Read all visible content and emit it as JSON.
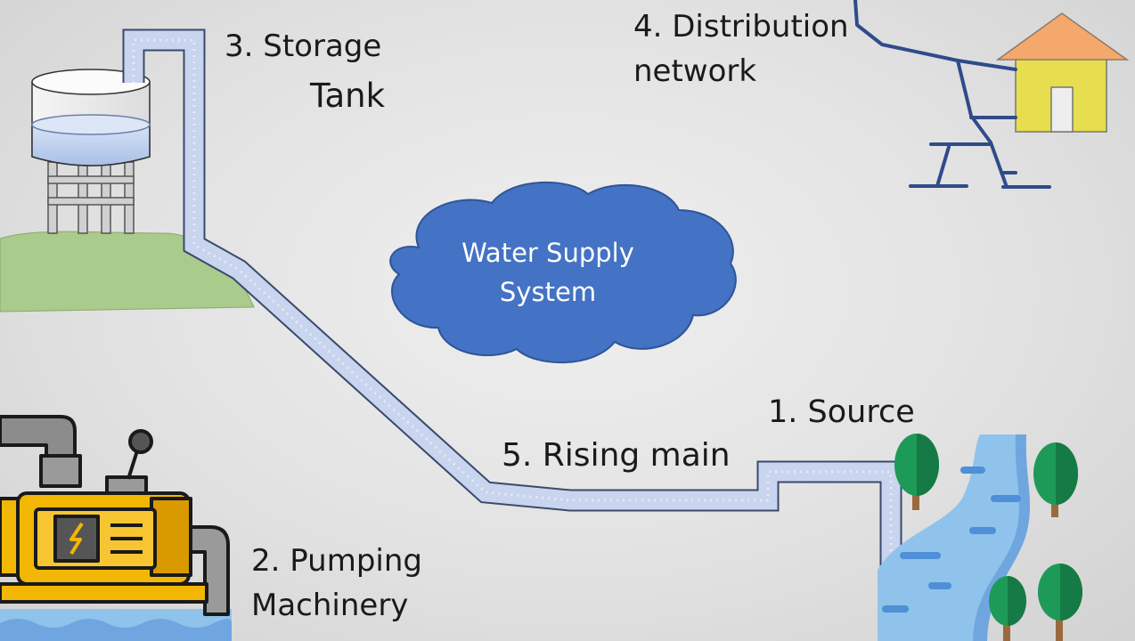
{
  "center": {
    "line1": "Water Supply",
    "line2": "System"
  },
  "components": {
    "source": {
      "label": "1. Source"
    },
    "pumping": {
      "line1": "2. Pumping",
      "line2": "Machinery"
    },
    "storage": {
      "line1": "3. Storage",
      "line2": "Tank"
    },
    "distribution": {
      "line1": "4. Distribution",
      "line2": "network"
    },
    "rising_main": {
      "label": "5. Rising main"
    }
  },
  "icons": [
    "storage-tank-icon",
    "pump-icon",
    "river-icon",
    "tree-icon",
    "house-icon",
    "cloud-icon"
  ],
  "colors": {
    "pipe_fill": "#c9d4ee",
    "pipe_stroke": "#3a4a6b",
    "cloud": "#4472c4",
    "water": "#8fc3ec",
    "hill": "#a9cb8b",
    "pump_body": "#f2b705",
    "house": "#e6dd4f",
    "roof": "#f5a86b",
    "tree": "#1e9a58",
    "network": "#2f4b8a"
  }
}
